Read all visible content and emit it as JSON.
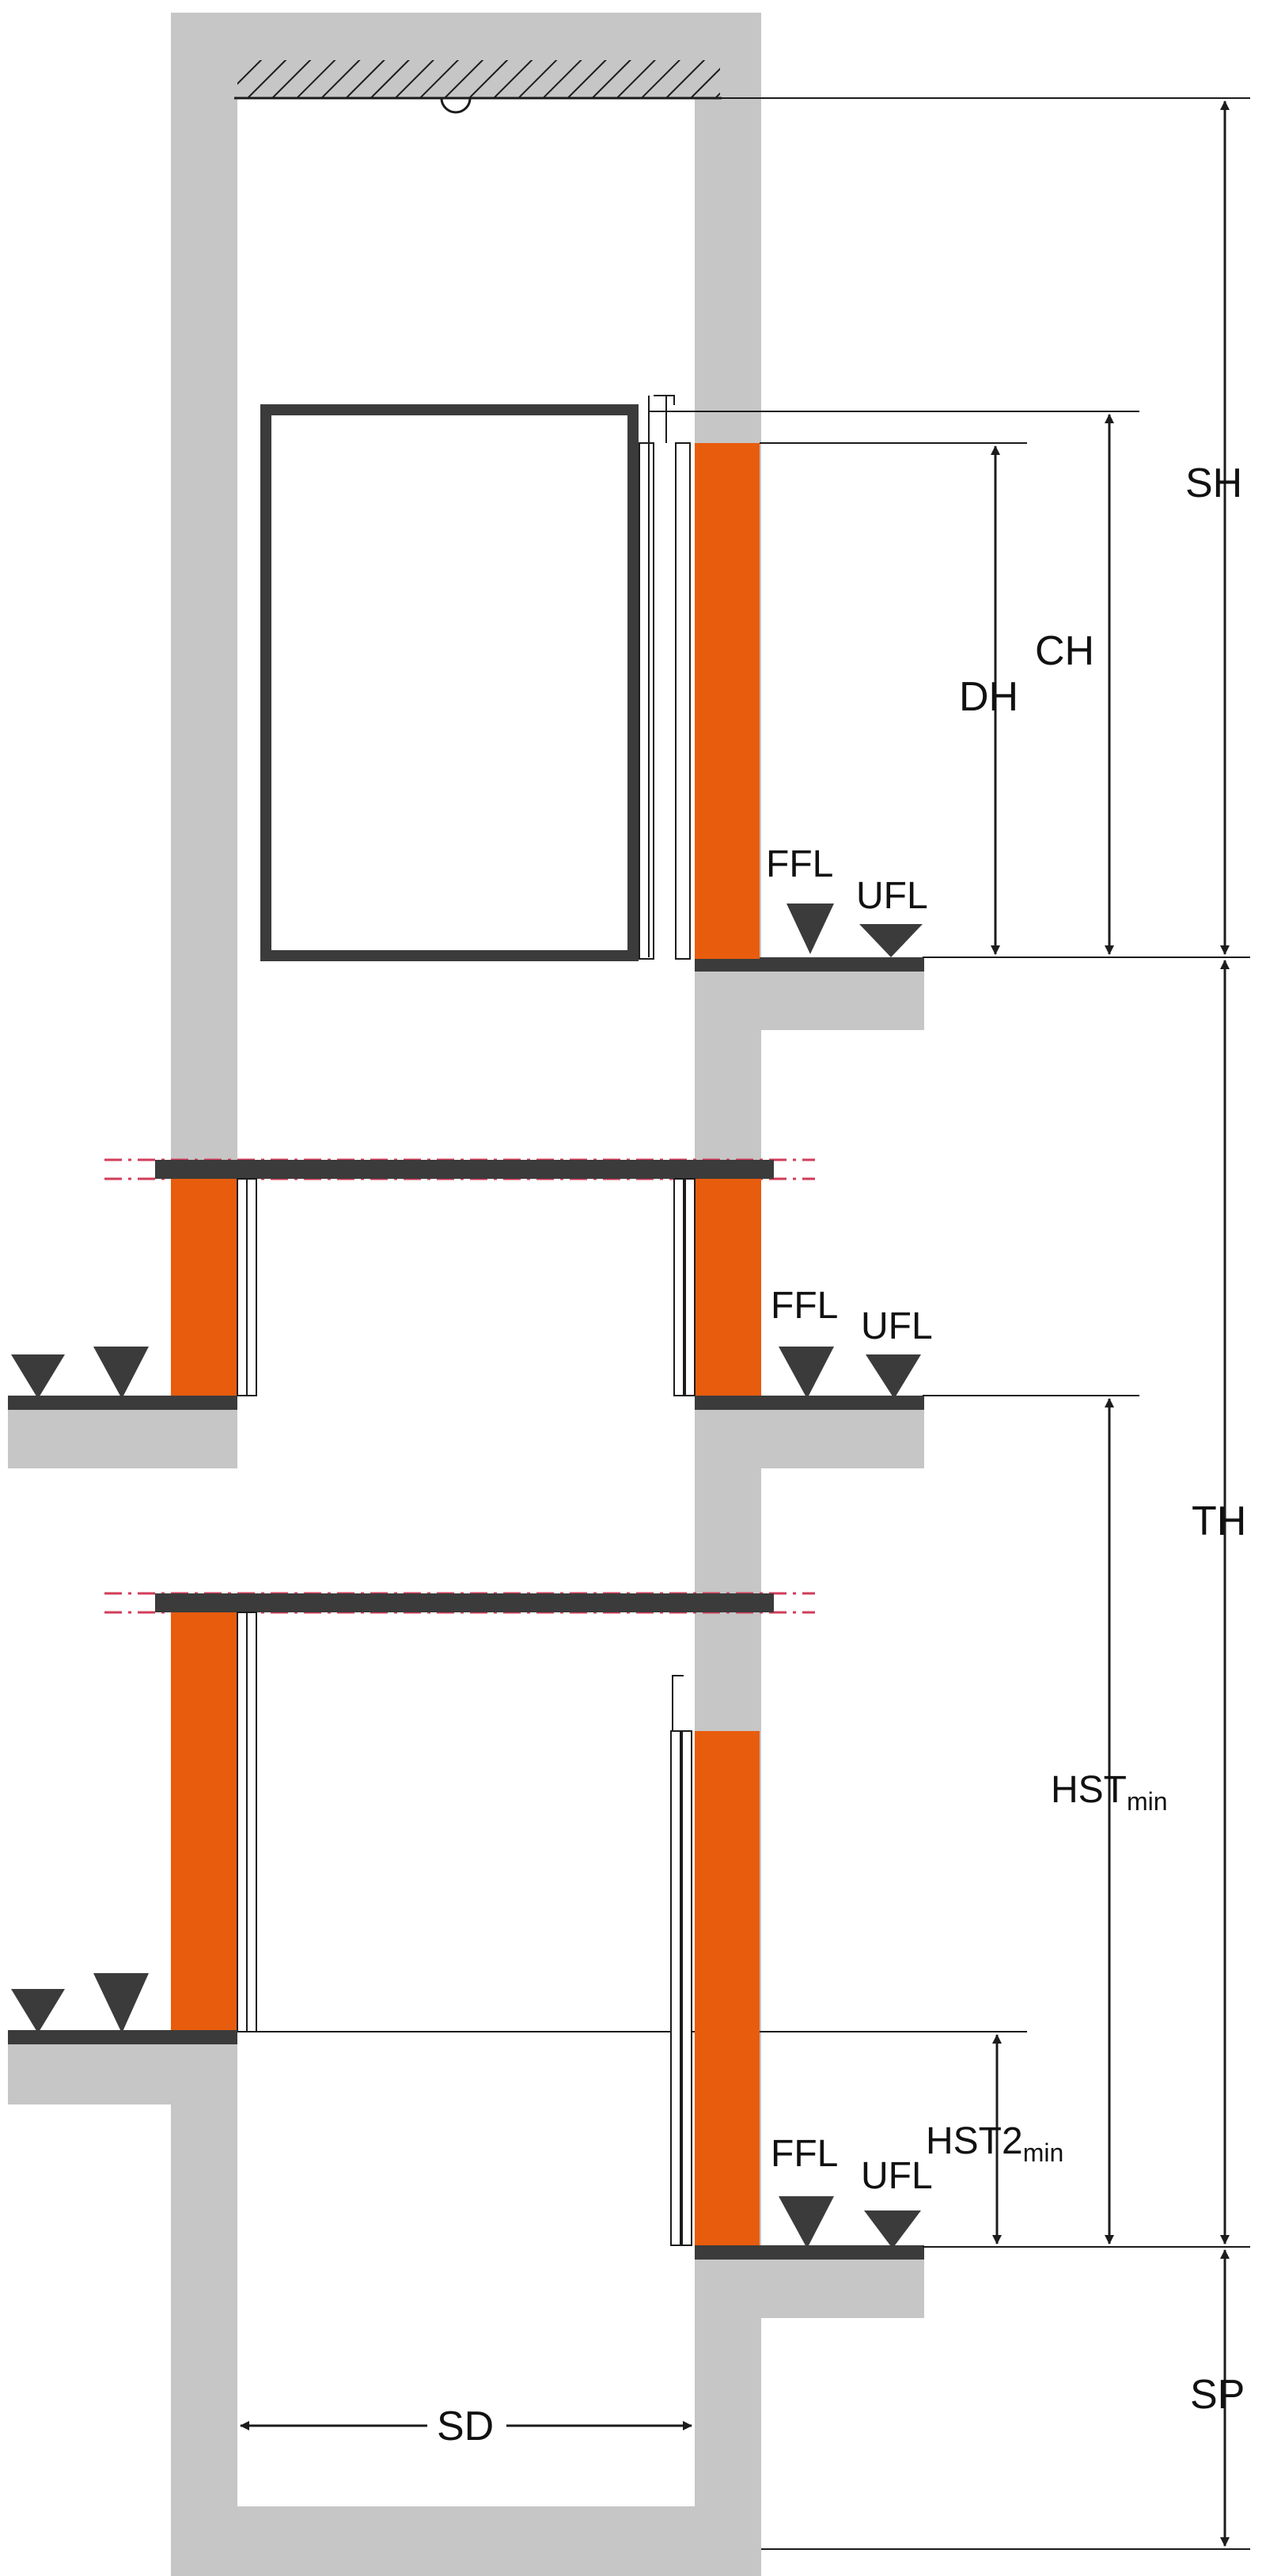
{
  "colors": {
    "wall": "#c6c6c6",
    "door": "#e85c0d",
    "frame": "#3b3b3b",
    "line": "#1c1c1c",
    "axis": "#d23c5a",
    "background": "#ffffff"
  },
  "labels": {
    "sh": "SH",
    "ch": "CH",
    "dh": "DH",
    "th": "TH",
    "sp": "SP",
    "sd": "SD",
    "hst_main": "HST",
    "hst_sub": "min",
    "hst2_main": "HST2",
    "hst2_sub": "min",
    "ffl": "FFL",
    "ufl": "UFL"
  }
}
